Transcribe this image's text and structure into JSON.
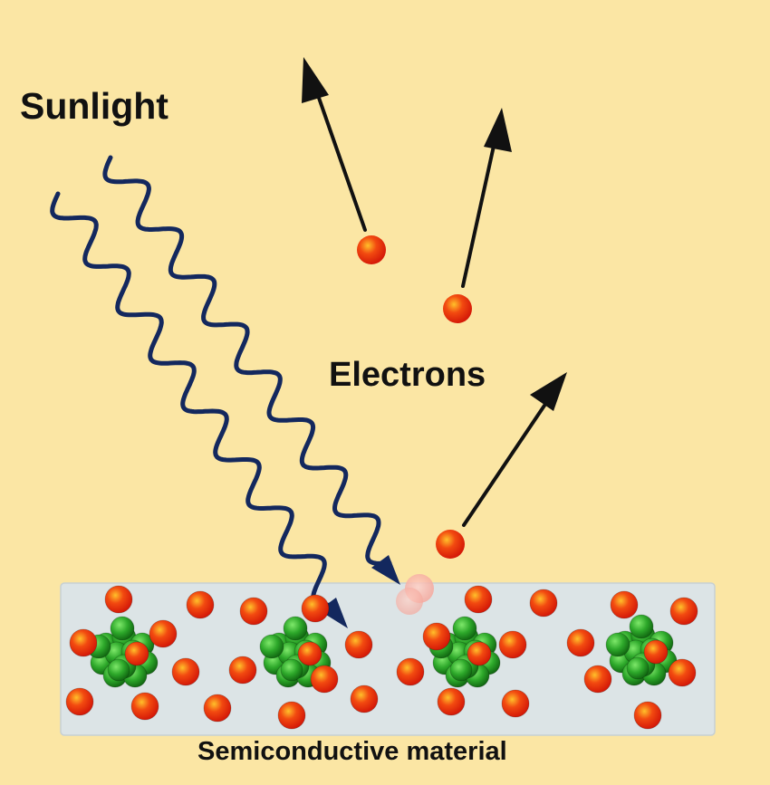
{
  "labels": {
    "sunlight": "Sunlight",
    "electrons": "Electrons",
    "material": "Semiconductive material"
  },
  "colors": {
    "background": "#fbe6a4",
    "material_slab": "#dce4e6",
    "wave": "#13285e",
    "electron": "#e8250a",
    "electron_highlight": "#ffb020",
    "nucleus": "#2da82a",
    "arrow": "#111111"
  },
  "components": {
    "light_waves": 2,
    "emitted_electrons": 3,
    "atoms_in_material": 4
  }
}
